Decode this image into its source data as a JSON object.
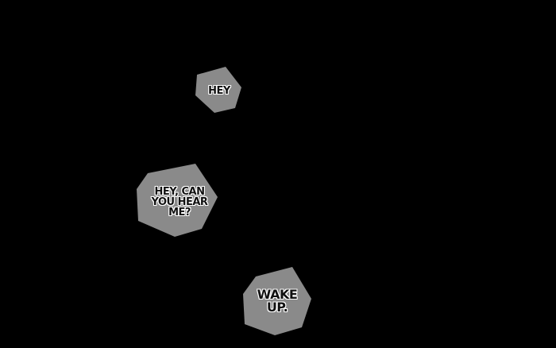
{
  "colors": {
    "background": "#000000",
    "bubble_fill": "#8a8a8a",
    "text_fill": "#111111",
    "text_outline": "#ffffff"
  },
  "bubbles": [
    {
      "text": "HEY"
    },
    {
      "text": "HEY, CAN\nYOU HEAR\nME?"
    },
    {
      "text": "WAKE\nUP."
    }
  ]
}
